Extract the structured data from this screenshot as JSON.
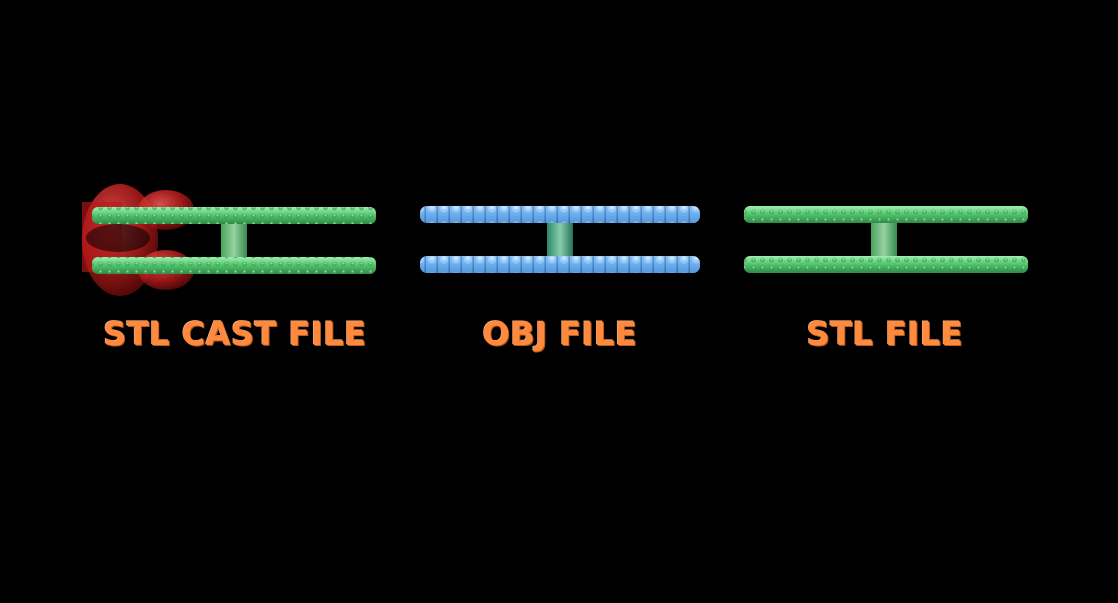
{
  "labels": {
    "cast": "STL CAST FILE",
    "obj": "OBJ FILE",
    "stl": "STL FILE"
  },
  "colors": {
    "background": "#000000",
    "label_orange": "#ff8a3d",
    "ring_green": "#5fd17a",
    "ring_blue": "#6aaef0",
    "cast_red": "#c81e1e"
  },
  "models": [
    {
      "name": "stl-cast-model",
      "material": "green",
      "has_cast_sprue": true
    },
    {
      "name": "obj-model",
      "material": "blue",
      "has_cast_sprue": false
    },
    {
      "name": "stl-model",
      "material": "green",
      "has_cast_sprue": false
    }
  ]
}
